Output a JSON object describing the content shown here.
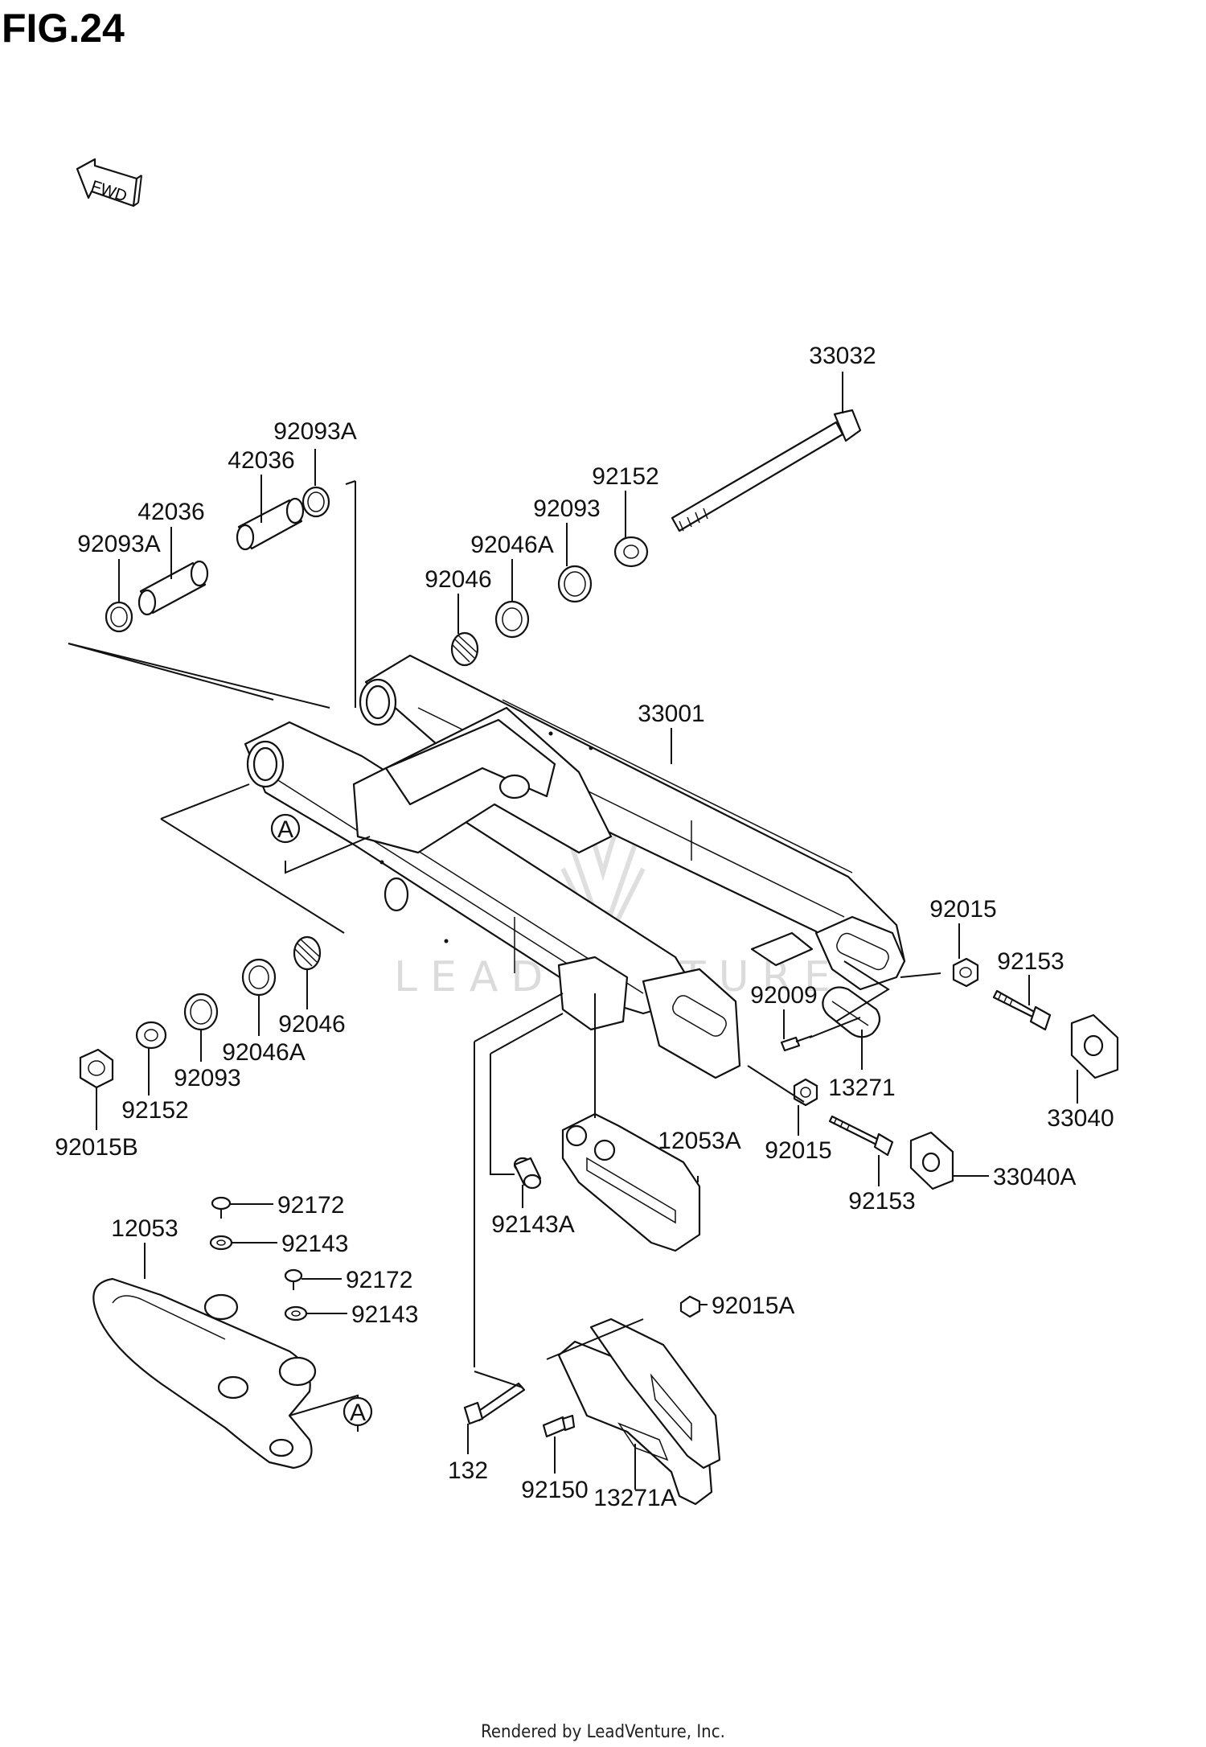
{
  "figure_title": "FIG.24",
  "fwd_label": "FWD",
  "ref_marker": "A",
  "watermark": "LEADVENTURE",
  "footer": "Rendered by LeadVenture, Inc.",
  "part_labels": {
    "p33032": "33032",
    "p92093a_top": "92093A",
    "p42036_top": "42036",
    "p42036_mid": "42036",
    "p92093a_left": "92093A",
    "p92152_top": "92152",
    "p92093_top": "92093",
    "p92046a_top": "92046A",
    "p92046_top": "92046",
    "p33001": "33001",
    "p92015_right": "92015",
    "p92153_top": "92153",
    "p92009": "92009",
    "p13271": "13271",
    "p33040": "33040",
    "p92046_bot": "92046",
    "p92046a_bot": "92046A",
    "p92093_bot": "92093",
    "p92152_bot": "92152",
    "p92015b": "92015B",
    "p12053a": "12053A",
    "p92015_mid": "92015",
    "p92153_bot": "92153",
    "p33040a": "33040A",
    "p92143a": "92143A",
    "p92172_a": "92172",
    "p12053": "12053",
    "p92143_a": "92143",
    "p92172_b": "92172",
    "p92143_b": "92143",
    "p92015a": "92015A",
    "p132": "132",
    "p92150": "92150",
    "p13271a": "13271A"
  }
}
